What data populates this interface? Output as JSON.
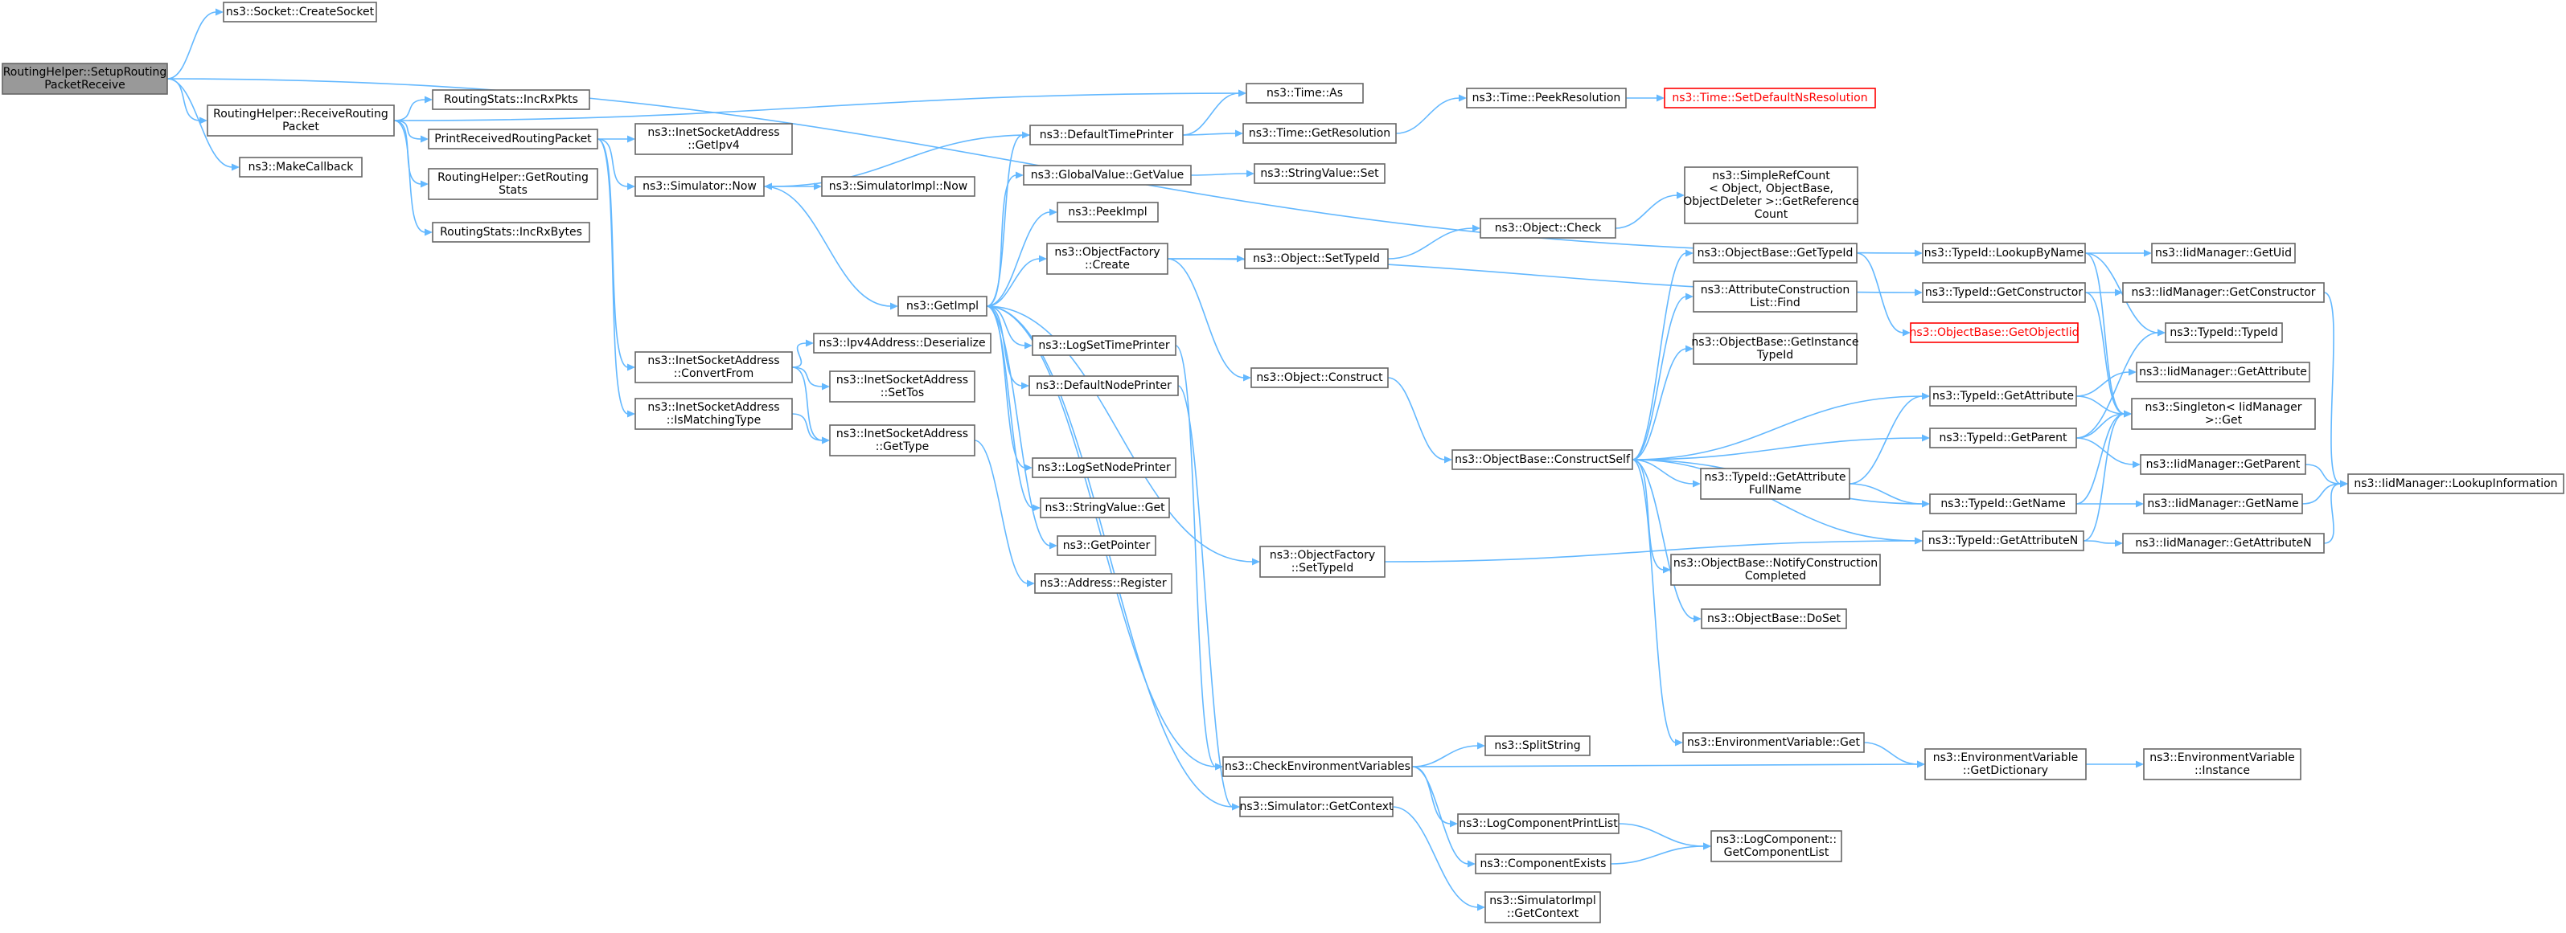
{
  "graph": {
    "style": {
      "edge_color": "#63b8ff",
      "node_border": "#666666",
      "root_fill": "#999999",
      "missing_border": "#ff0000",
      "missing_text": "#ff0000"
    },
    "nodes": [
      {
        "id": "n0",
        "lines": [
          "RoutingHelper::SetupRouting",
          "PacketReceive"
        ],
        "root": true
      },
      {
        "id": "n1",
        "lines": [
          "ns3::Socket::CreateSocket"
        ]
      },
      {
        "id": "n2",
        "lines": [
          "RoutingHelper::ReceiveRouting",
          "Packet"
        ]
      },
      {
        "id": "n3",
        "lines": [
          "ns3::MakeCallback"
        ]
      },
      {
        "id": "n4",
        "lines": [
          "RoutingStats::IncRxPkts"
        ]
      },
      {
        "id": "n5",
        "lines": [
          "PrintReceivedRoutingPacket"
        ]
      },
      {
        "id": "n6",
        "lines": [
          "RoutingHelper::GetRouting",
          "Stats"
        ]
      },
      {
        "id": "n7",
        "lines": [
          "RoutingStats::IncRxBytes"
        ]
      },
      {
        "id": "n8",
        "lines": [
          "ns3::InetSocketAddress",
          "::GetIpv4"
        ]
      },
      {
        "id": "n9",
        "lines": [
          "ns3::Simulator::Now"
        ]
      },
      {
        "id": "n10",
        "lines": [
          "ns3::InetSocketAddress",
          "::ConvertFrom"
        ]
      },
      {
        "id": "n11",
        "lines": [
          "ns3::InetSocketAddress",
          "::IsMatchingType"
        ]
      },
      {
        "id": "n12",
        "lines": [
          "ns3::SimulatorImpl::Now"
        ]
      },
      {
        "id": "n13",
        "lines": [
          "ns3::Ipv4Address::Deserialize"
        ]
      },
      {
        "id": "n14",
        "lines": [
          "ns3::InetSocketAddress",
          "::SetTos"
        ]
      },
      {
        "id": "n15",
        "lines": [
          "ns3::InetSocketAddress",
          "::GetType"
        ]
      },
      {
        "id": "n16",
        "lines": [
          "ns3::Address::Register"
        ]
      },
      {
        "id": "n17",
        "lines": [
          "ns3::GetImpl"
        ]
      },
      {
        "id": "n18",
        "lines": [
          "ns3::Time::As"
        ]
      },
      {
        "id": "n19",
        "lines": [
          "ns3::DefaultTimePrinter"
        ]
      },
      {
        "id": "n20",
        "lines": [
          "ns3::GlobalValue::GetValue"
        ]
      },
      {
        "id": "n21",
        "lines": [
          "ns3::PeekImpl"
        ]
      },
      {
        "id": "n22",
        "lines": [
          "ns3::ObjectFactory",
          "::Create"
        ]
      },
      {
        "id": "n23",
        "lines": [
          "ns3::LogSetTimePrinter"
        ]
      },
      {
        "id": "n24",
        "lines": [
          "ns3::DefaultNodePrinter"
        ]
      },
      {
        "id": "n25",
        "lines": [
          "ns3::LogSetNodePrinter"
        ]
      },
      {
        "id": "n26",
        "lines": [
          "ns3::StringValue::Get"
        ]
      },
      {
        "id": "n27",
        "lines": [
          "ns3::GetPointer"
        ]
      },
      {
        "id": "n28",
        "lines": [
          "ns3::Time::GetResolution"
        ]
      },
      {
        "id": "n29",
        "lines": [
          "ns3::StringValue::Set"
        ]
      },
      {
        "id": "n30",
        "lines": [
          "ns3::Time::PeekResolution"
        ]
      },
      {
        "id": "n31",
        "lines": [
          "ns3::Time::SetDefaultNsResolution"
        ],
        "missing": true
      },
      {
        "id": "n32",
        "lines": [
          "ns3::Object::SetTypeId"
        ]
      },
      {
        "id": "n33",
        "lines": [
          "ns3::Object::Check"
        ]
      },
      {
        "id": "n34",
        "lines": [
          "ns3::SimpleRefCount",
          "< Object, ObjectBase,",
          "ObjectDeleter >::GetReference",
          "Count"
        ]
      },
      {
        "id": "n35",
        "lines": [
          "ns3::Object::Construct"
        ]
      },
      {
        "id": "n36",
        "lines": [
          "ns3::ObjectFactory",
          "::SetTypeId"
        ]
      },
      {
        "id": "n37",
        "lines": [
          "ns3::ObjectBase::ConstructSelf"
        ]
      },
      {
        "id": "n38",
        "lines": [
          "ns3::ObjectBase::GetTypeId"
        ]
      },
      {
        "id": "n39",
        "lines": [
          "ns3::AttributeConstruction",
          "List::Find"
        ]
      },
      {
        "id": "n40",
        "lines": [
          "ns3::ObjectBase::GetInstance",
          "TypeId"
        ]
      },
      {
        "id": "n41",
        "lines": [
          "ns3::TypeId::GetAttribute",
          "FullName"
        ]
      },
      {
        "id": "n42",
        "lines": [
          "ns3::ObjectBase::NotifyConstruction",
          "Completed"
        ]
      },
      {
        "id": "n43",
        "lines": [
          "ns3::ObjectBase::DoSet"
        ]
      },
      {
        "id": "n44",
        "lines": [
          "ns3::EnvironmentVariable::Get"
        ]
      },
      {
        "id": "n45",
        "lines": [
          "ns3::CheckEnvironmentVariables"
        ]
      },
      {
        "id": "n46",
        "lines": [
          "ns3::SplitString"
        ]
      },
      {
        "id": "n47",
        "lines": [
          "ns3::LogComponentPrintList"
        ]
      },
      {
        "id": "n48",
        "lines": [
          "ns3::ComponentExists"
        ]
      },
      {
        "id": "n49",
        "lines": [
          "ns3::Simulator::GetContext"
        ]
      },
      {
        "id": "n50",
        "lines": [
          "ns3::SimulatorImpl",
          "::GetContext"
        ]
      },
      {
        "id": "n51",
        "lines": [
          "ns3::LogComponent::",
          "GetComponentList"
        ]
      },
      {
        "id": "n52",
        "lines": [
          "ns3::EnvironmentVariable",
          "::GetDictionary"
        ]
      },
      {
        "id": "n53",
        "lines": [
          "ns3::EnvironmentVariable",
          "::Instance"
        ]
      },
      {
        "id": "n54",
        "lines": [
          "ns3::TypeId::LookupByName"
        ]
      },
      {
        "id": "n55",
        "lines": [
          "ns3::TypeId::GetConstructor"
        ]
      },
      {
        "id": "n56",
        "lines": [
          "ns3::ObjectBase::GetObjectIid"
        ],
        "missing": true
      },
      {
        "id": "n57",
        "lines": [
          "ns3::TypeId::GetAttribute"
        ]
      },
      {
        "id": "n58",
        "lines": [
          "ns3::TypeId::GetParent"
        ]
      },
      {
        "id": "n59",
        "lines": [
          "ns3::TypeId::GetName"
        ]
      },
      {
        "id": "n60",
        "lines": [
          "ns3::TypeId::GetAttributeN"
        ]
      },
      {
        "id": "n61",
        "lines": [
          "ns3::IidManager::GetUid"
        ]
      },
      {
        "id": "n62",
        "lines": [
          "ns3::IidManager::GetConstructor"
        ]
      },
      {
        "id": "n63",
        "lines": [
          "ns3::TypeId::TypeId"
        ]
      },
      {
        "id": "n64",
        "lines": [
          "ns3::IidManager::GetAttribute"
        ]
      },
      {
        "id": "n65",
        "lines": [
          "ns3::Singleton< IidManager",
          ">::Get"
        ]
      },
      {
        "id": "n66",
        "lines": [
          "ns3::IidManager::GetParent"
        ]
      },
      {
        "id": "n67",
        "lines": [
          "ns3::IidManager::GetName"
        ]
      },
      {
        "id": "n68",
        "lines": [
          "ns3::IidManager::GetAttributeN"
        ]
      },
      {
        "id": "n69",
        "lines": [
          "ns3::IidManager::LookupInformation"
        ]
      }
    ],
    "edges": [
      [
        "n0",
        "n1"
      ],
      [
        "n0",
        "n2"
      ],
      [
        "n0",
        "n3"
      ],
      [
        "n0",
        "n54"
      ],
      [
        "n2",
        "n4"
      ],
      [
        "n2",
        "n5"
      ],
      [
        "n2",
        "n6"
      ],
      [
        "n2",
        "n7"
      ],
      [
        "n2",
        "n18"
      ],
      [
        "n5",
        "n8"
      ],
      [
        "n5",
        "n9"
      ],
      [
        "n5",
        "n10"
      ],
      [
        "n5",
        "n11"
      ],
      [
        "n9",
        "n12"
      ],
      [
        "n9",
        "n17"
      ],
      [
        "n10",
        "n13"
      ],
      [
        "n10",
        "n14"
      ],
      [
        "n10",
        "n15"
      ],
      [
        "n11",
        "n15"
      ],
      [
        "n15",
        "n16"
      ],
      [
        "n17",
        "n19"
      ],
      [
        "n17",
        "n20"
      ],
      [
        "n17",
        "n21"
      ],
      [
        "n17",
        "n22"
      ],
      [
        "n17",
        "n23"
      ],
      [
        "n17",
        "n24"
      ],
      [
        "n17",
        "n25"
      ],
      [
        "n17",
        "n26"
      ],
      [
        "n17",
        "n27"
      ],
      [
        "n17",
        "n45"
      ],
      [
        "n17",
        "n36"
      ],
      [
        "n17",
        "n49"
      ],
      [
        "n19",
        "n9"
      ],
      [
        "n19",
        "n18"
      ],
      [
        "n19",
        "n28"
      ],
      [
        "n20",
        "n29"
      ],
      [
        "n22",
        "n32"
      ],
      [
        "n22",
        "n35"
      ],
      [
        "n22",
        "n55"
      ],
      [
        "n23",
        "n45"
      ],
      [
        "n24",
        "n49"
      ],
      [
        "n28",
        "n30"
      ],
      [
        "n30",
        "n31"
      ],
      [
        "n32",
        "n33"
      ],
      [
        "n33",
        "n34"
      ],
      [
        "n35",
        "n37"
      ],
      [
        "n36",
        "n60"
      ],
      [
        "n37",
        "n38"
      ],
      [
        "n37",
        "n39"
      ],
      [
        "n37",
        "n40"
      ],
      [
        "n37",
        "n41"
      ],
      [
        "n37",
        "n42"
      ],
      [
        "n37",
        "n43"
      ],
      [
        "n37",
        "n44"
      ],
      [
        "n37",
        "n57"
      ],
      [
        "n37",
        "n58"
      ],
      [
        "n37",
        "n59"
      ],
      [
        "n37",
        "n60"
      ],
      [
        "n38",
        "n56"
      ],
      [
        "n41",
        "n57"
      ],
      [
        "n41",
        "n59"
      ],
      [
        "n44",
        "n52"
      ],
      [
        "n45",
        "n46"
      ],
      [
        "n45",
        "n47"
      ],
      [
        "n45",
        "n48"
      ],
      [
        "n45",
        "n52"
      ],
      [
        "n47",
        "n51"
      ],
      [
        "n48",
        "n51"
      ],
      [
        "n49",
        "n50"
      ],
      [
        "n52",
        "n53"
      ],
      [
        "n54",
        "n61"
      ],
      [
        "n54",
        "n63"
      ],
      [
        "n54",
        "n65"
      ],
      [
        "n55",
        "n62"
      ],
      [
        "n55",
        "n65"
      ],
      [
        "n57",
        "n64"
      ],
      [
        "n57",
        "n65"
      ],
      [
        "n58",
        "n66"
      ],
      [
        "n58",
        "n65"
      ],
      [
        "n58",
        "n63"
      ],
      [
        "n59",
        "n67"
      ],
      [
        "n59",
        "n65"
      ],
      [
        "n60",
        "n68"
      ],
      [
        "n60",
        "n65"
      ],
      [
        "n62",
        "n69"
      ],
      [
        "n66",
        "n69"
      ],
      [
        "n67",
        "n69"
      ],
      [
        "n68",
        "n69"
      ]
    ]
  }
}
